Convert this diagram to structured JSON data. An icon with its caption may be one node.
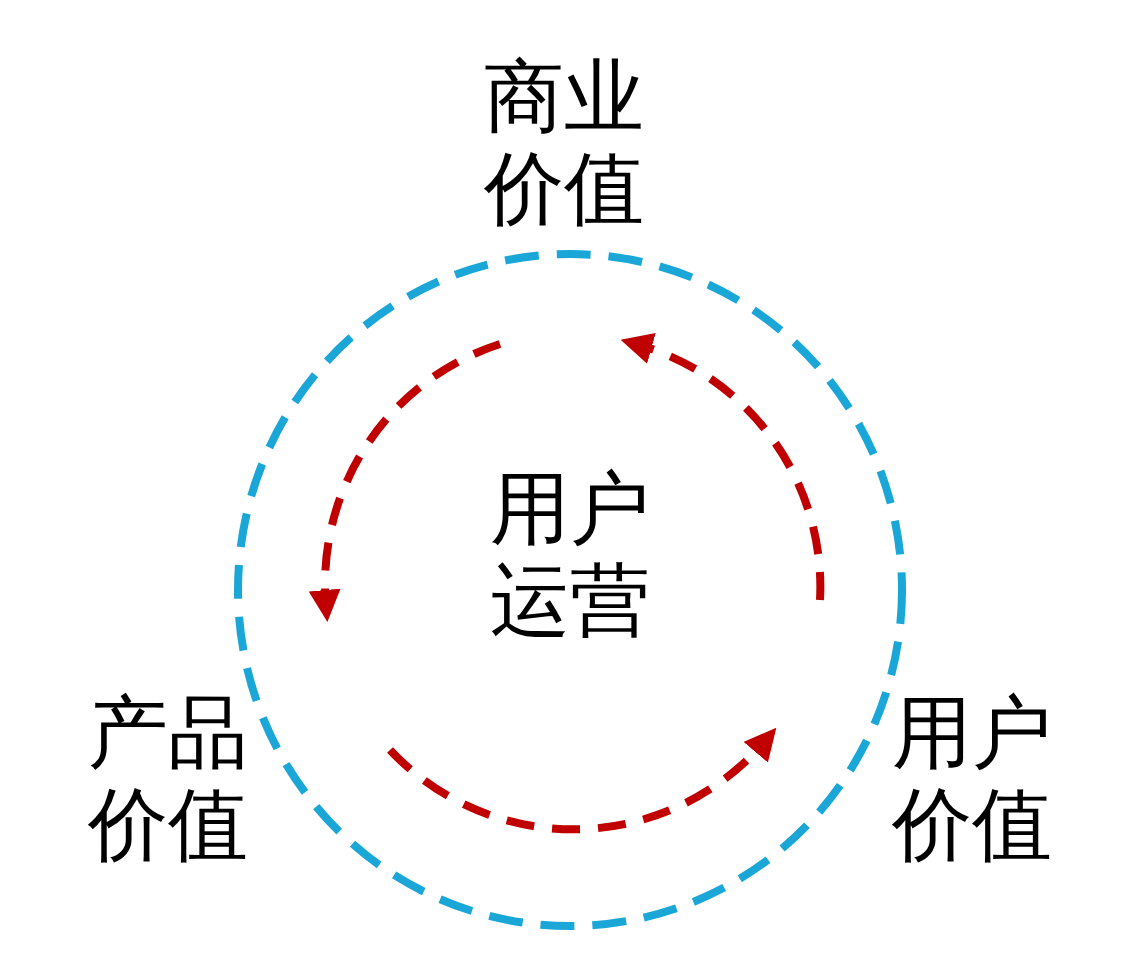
{
  "diagram": {
    "nodes": [
      {
        "text": [
          "商业价值"
        ]
      },
      {
        "text": [
          "用户运营"
        ]
      },
      {
        "text": [
          "产品价值"
        ]
      },
      {
        "text": [
          "用户价值"
        ]
      }
    ]
  }
}
